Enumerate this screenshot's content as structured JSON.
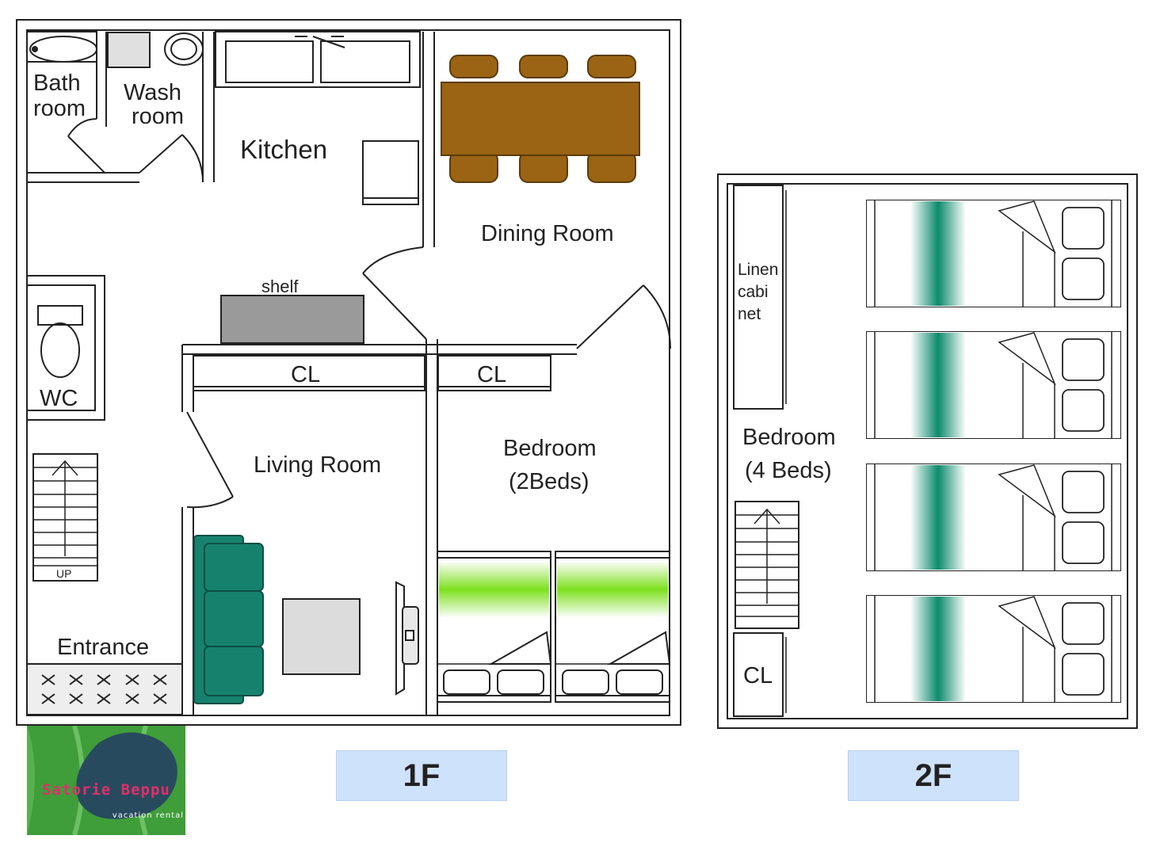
{
  "floor_1": {
    "badge": "1F",
    "rooms": {
      "bath_line1": "Bath",
      "bath_line2": "room",
      "wash_line1": "Wash",
      "wash_line2": "room",
      "kitchen": "Kitchen",
      "dining": "Dining Room",
      "shelf": "shelf",
      "closet_living": "CL",
      "closet_bedroom": "CL",
      "wc": "WC",
      "living": "Living Room",
      "bedroom_line1": "Bedroom",
      "bedroom_line2": "(2Beds)",
      "stairs_up": "UP",
      "entrance": "Entrance"
    }
  },
  "floor_2": {
    "badge": "2F",
    "rooms": {
      "linen_line1": "Linen",
      "linen_line2": "cabi",
      "linen_line3": "net",
      "bedroom_line1": "Bedroom",
      "bedroom_line2": "(4 Beds)",
      "closet": "CL"
    }
  },
  "logo": {
    "name": "Satorie Beppu",
    "subtitle": "vacation rental"
  },
  "colors": {
    "table": "#9a6414",
    "sofa": "#16826e",
    "bed_band_1f": "#7ee020",
    "bed_band_2f": "#0d8a6c",
    "badge_bg": "#cfe2fb",
    "logo_bg": "#3f9d3a",
    "logo_text": "#e0306a"
  }
}
